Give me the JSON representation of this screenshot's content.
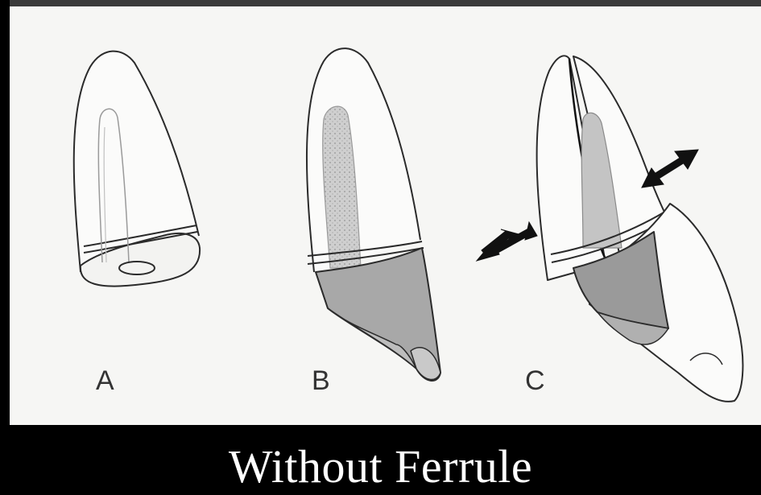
{
  "figure": {
    "labels": {
      "a": "A",
      "b": "B",
      "c": "C"
    },
    "caption": "Without Ferrule",
    "colors": {
      "background": "#f6f6f4",
      "outline": "#2b2b2b",
      "core": "#9a9a9a",
      "post": "#c4c4c4",
      "arrow": "#111111",
      "caption_bar": "#000000",
      "caption_text": "#ffffff"
    }
  }
}
